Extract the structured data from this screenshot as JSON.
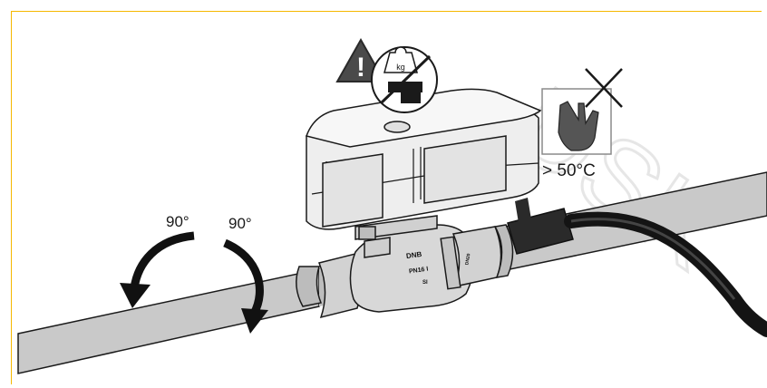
{
  "labels": {
    "rotation_left": "90°",
    "rotation_right": "90°",
    "temperature_warning": "> 50°C",
    "weight_symbol": "kg",
    "warning_symbol": "!",
    "valve_brand": "DNB",
    "valve_model": "PN16 I",
    "valve_size": "SI",
    "valve_side_mark": "DN20"
  },
  "watermark": "DSK",
  "colors": {
    "frame_accent": "#f5b800",
    "pipe_fill": "#c9c9c9",
    "actuator_fill": "#e6e6e6",
    "outline": "#1a1a1a",
    "cable": "#141414",
    "watermark": "#e4e4e4"
  },
  "icons": [
    "warning-triangle-icon",
    "no-weight-icon",
    "hot-surface-hand-icon",
    "prohibited-x-icon",
    "rotate-left-arrow-icon",
    "rotate-down-arrow-icon"
  ]
}
